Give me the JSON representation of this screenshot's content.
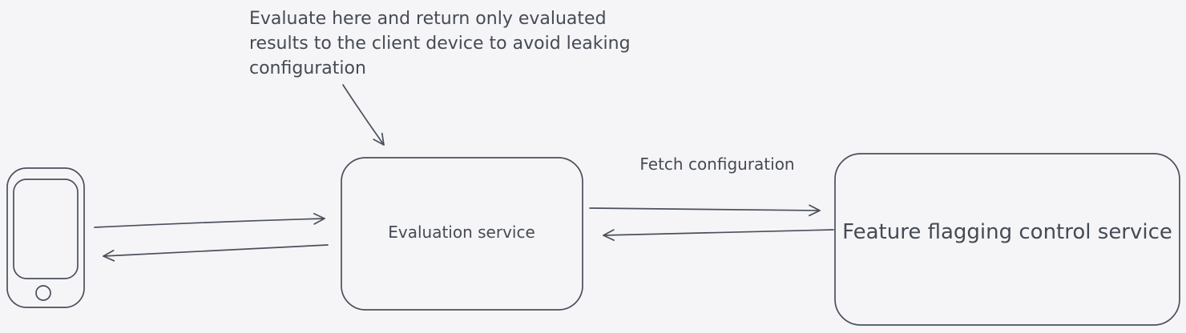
{
  "theme": {
    "canvas-bg": "#f5f5f7",
    "stroke-color": "#4a505c",
    "text-color": "#454a54"
  },
  "annotation": {
    "lines": [
      "Evaluate here and return only evaluated",
      "results to the client device to avoid leaking",
      "configuration"
    ]
  },
  "nodes": {
    "client_device": {
      "icon": "smartphone-icon"
    },
    "evaluation_service": {
      "label": "Evaluation service"
    },
    "feature_flagging_control_service": {
      "label": "Feature flagging control service"
    }
  },
  "edges": {
    "fetch_configuration": {
      "label": "Fetch configuration"
    }
  }
}
